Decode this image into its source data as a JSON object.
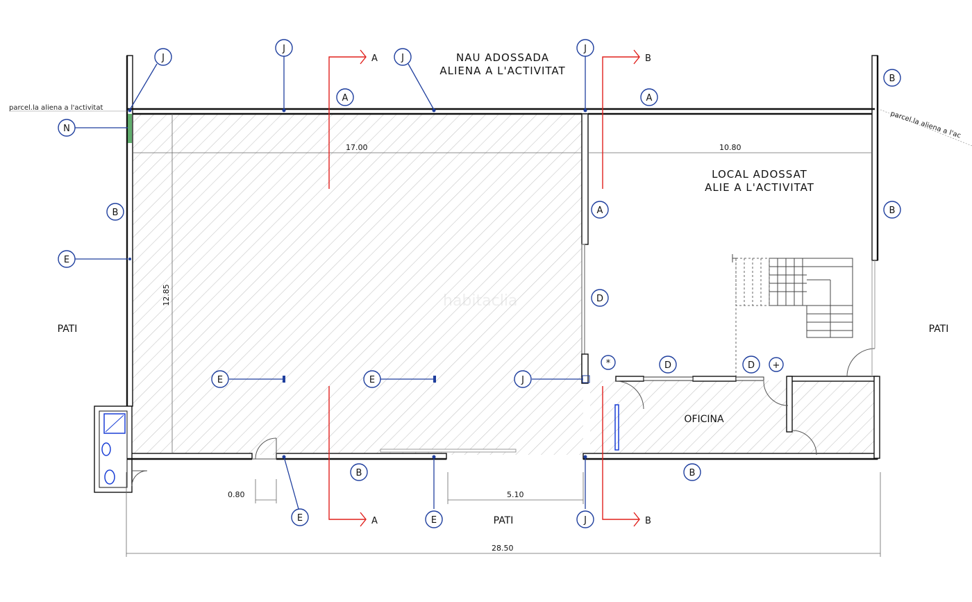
{
  "texts": {
    "nau_line1": "NAU ADOSSADA",
    "nau_line2": "ALIENA A L'ACTIVITAT",
    "local_line1": "LOCAL ADOSSAT",
    "local_line2": "ALIE A L'ACTIVITAT",
    "pati_left": "PATI",
    "pati_right": "PATI",
    "pati_bottom": "PATI",
    "oficina": "OFICINA",
    "parcela_left": "parcel.la aliena a l'activitat",
    "parcela_right": "parcel.la aliena a l'ac",
    "watermark": "habitaclia"
  },
  "dimensions": {
    "width_main": "17.00",
    "width_local": "10.80",
    "depth": "12.85",
    "door_width": "0.80",
    "opening_width": "5.10",
    "total_width": "28.50"
  },
  "sections": {
    "a_top": "A",
    "a_bottom": "A",
    "b_top": "B",
    "b_bottom": "B"
  },
  "tags": {
    "j_top1": "J",
    "j_top2": "J",
    "j_top3": "J",
    "j_top4": "J",
    "j_mid": "J",
    "j_bottom": "J",
    "n_left": "N",
    "b_left": "B",
    "e_left": "E",
    "e_mid1": "E",
    "e_mid2": "E",
    "e_bottom1": "E",
    "e_bottom2": "E",
    "a_top1": "A",
    "a_top2": "A",
    "a_mid": "A",
    "b_right1": "B",
    "b_right2": "B",
    "b_bottom1": "B",
    "b_bottom2": "B",
    "d_mid": "D",
    "d_office1": "D",
    "d_office2": "D"
  },
  "colors": {
    "wall": "#111111",
    "hatch": "#bdbdbd",
    "section_line": "#e0201c",
    "leader": "#1f3f9e",
    "fixture": "#1a3fd6",
    "green": "#3a9a4a"
  }
}
